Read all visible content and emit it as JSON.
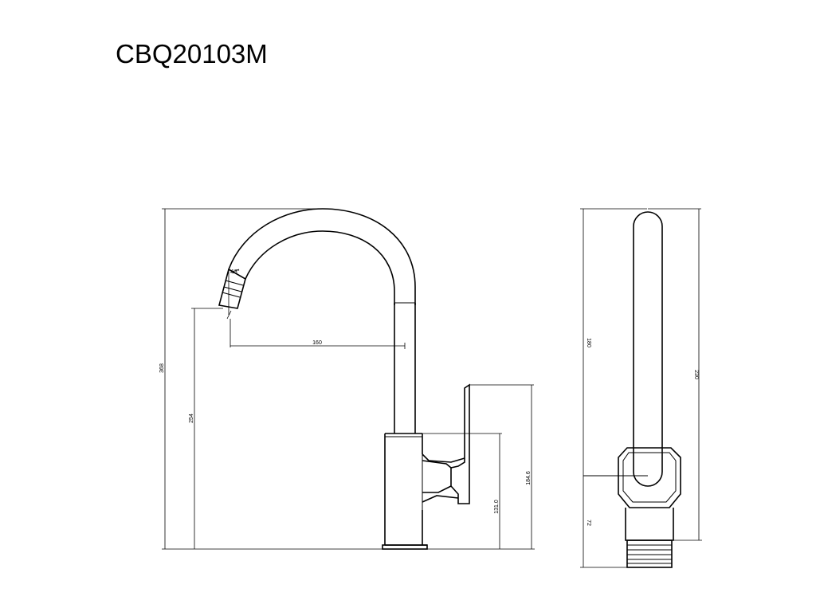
{
  "document": {
    "model_code": "CBQ20103M"
  },
  "front_view": {
    "dim_total_height": "368",
    "dim_spout_height": "254",
    "dim_spout_reach": "160",
    "dim_aerator_angle": "13°",
    "dim_lever_height": "184.6",
    "dim_body_height": "131.0"
  },
  "side_view": {
    "dim_upper": "180",
    "dim_total": "230",
    "dim_lower": "72"
  },
  "colors": {
    "line": "#000000",
    "background": "#ffffff"
  }
}
